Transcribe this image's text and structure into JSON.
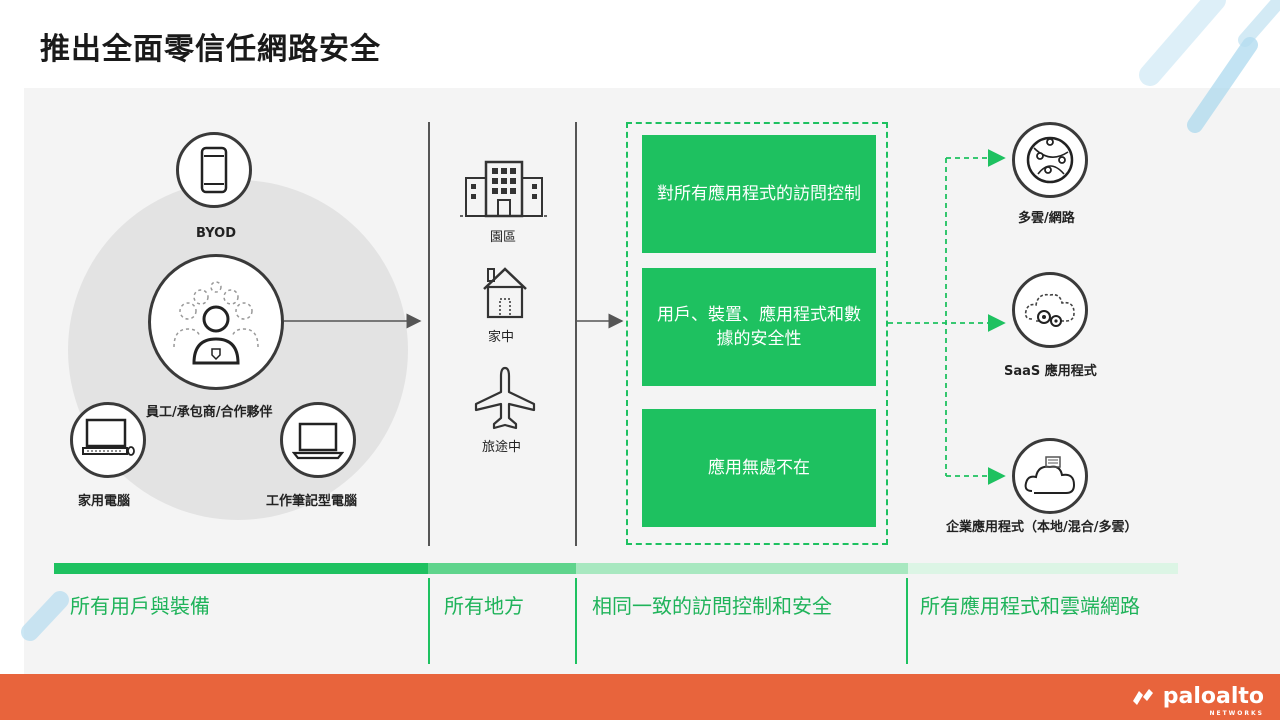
{
  "title": "推出全面零信任網路安全",
  "users": {
    "byod": "BYOD",
    "center": "員工/承包商/合作夥伴",
    "home_pc": "家用電腦",
    "laptop": "工作筆記型電腦"
  },
  "locations": {
    "campus": "園區",
    "home": "家中",
    "travel": "旅途中"
  },
  "controls": [
    "對所有應用程式的訪問控制",
    "用戶、裝置、應用程式和數據的安全性",
    "應用無處不在"
  ],
  "destinations": {
    "multicloud": "多雲/網路",
    "saas": "SaaS 應用程式",
    "enterprise": "企業應用程式（本地/混合/多雲）"
  },
  "bottom": {
    "users": "所有用戶與裝備",
    "places": "所有地方",
    "control": "相同一致的訪問控制和安全",
    "apps": "所有應用程式和雲端網路"
  },
  "colors": {
    "brand_green": "#1ec160",
    "footer_orange": "#e8643c"
  },
  "logo": {
    "name": "paloalto",
    "sub": "NETWORKS"
  }
}
